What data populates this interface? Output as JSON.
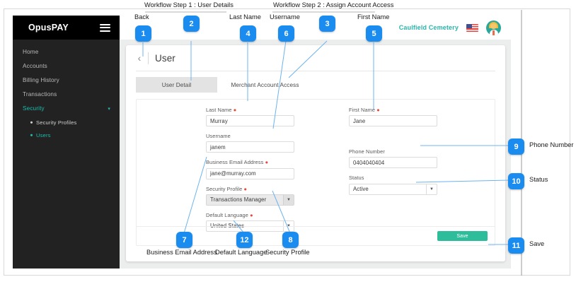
{
  "app": {
    "brand": "OpusPAY",
    "menu_icon": "hamburger-icon"
  },
  "sidebar": {
    "items": [
      {
        "label": "Home",
        "active": false
      },
      {
        "label": "Accounts",
        "active": false
      },
      {
        "label": "Billing History",
        "active": false
      },
      {
        "label": "Transactions",
        "active": false
      },
      {
        "label": "Security",
        "active": true,
        "expanded": true
      }
    ],
    "sub_items": [
      {
        "label": "Security Profiles",
        "active": false
      },
      {
        "label": "Users",
        "active": true
      }
    ],
    "caret_icon": "chevron-down-icon"
  },
  "topbar": {
    "org_name": "Caulfield Cemetery",
    "flag_icon": "us-flag-icon",
    "avatar_icon": "user-avatar-icon"
  },
  "page": {
    "back_icon": "chevron-left-icon",
    "title": "User"
  },
  "tabs": [
    {
      "label": "User Detail",
      "active": true
    },
    {
      "label": "Merchant Account Access",
      "active": false
    }
  ],
  "form": {
    "left": [
      {
        "label": "Last Name",
        "required": true,
        "type": "input",
        "value": "Murray"
      },
      {
        "label": "Username",
        "required": false,
        "type": "input",
        "value": "janem"
      },
      {
        "label": "Business Email Address",
        "required": true,
        "type": "input",
        "value": "jane@murray.com"
      },
      {
        "label": "Security Profile",
        "required": true,
        "type": "select",
        "value": "Transactions Manager",
        "style": "grey"
      },
      {
        "label": "Default Language",
        "required": true,
        "type": "select",
        "value": "United States",
        "style": "plain"
      }
    ],
    "right": [
      {
        "label": "First Name",
        "required": true,
        "type": "input",
        "value": "Jane"
      },
      {
        "label": "Phone Number",
        "required": false,
        "type": "input",
        "value": "0404040404"
      },
      {
        "label": "Status",
        "required": false,
        "type": "select",
        "value": "Active",
        "style": "plain"
      }
    ],
    "save_label": "Save"
  },
  "annotations": {
    "headers": [
      {
        "text": "Workflow Step 1 : User Details"
      },
      {
        "text": "Workflow Step 2 : Assign Account Access"
      }
    ],
    "callouts": [
      {
        "num": "1",
        "label": "Back"
      },
      {
        "num": "2",
        "label": ""
      },
      {
        "num": "3",
        "label": ""
      },
      {
        "num": "4",
        "label": "Last Name"
      },
      {
        "num": "5",
        "label": "First Name"
      },
      {
        "num": "6",
        "label": "Username"
      },
      {
        "num": "7",
        "label": "Business Email Address"
      },
      {
        "num": "8",
        "label": "Security Profile"
      },
      {
        "num": "9",
        "label": "Phone Number"
      },
      {
        "num": "10",
        "label": "Status"
      },
      {
        "num": "11",
        "label": "Save"
      },
      {
        "num": "12",
        "label": "Default Language"
      }
    ]
  },
  "colors": {
    "accent_blue": "#1a8cf0",
    "brand_teal": "#1bbfae",
    "save_green": "#2dbd9b",
    "sidebar_dark": "#222222",
    "required_red": "#e8453c"
  }
}
